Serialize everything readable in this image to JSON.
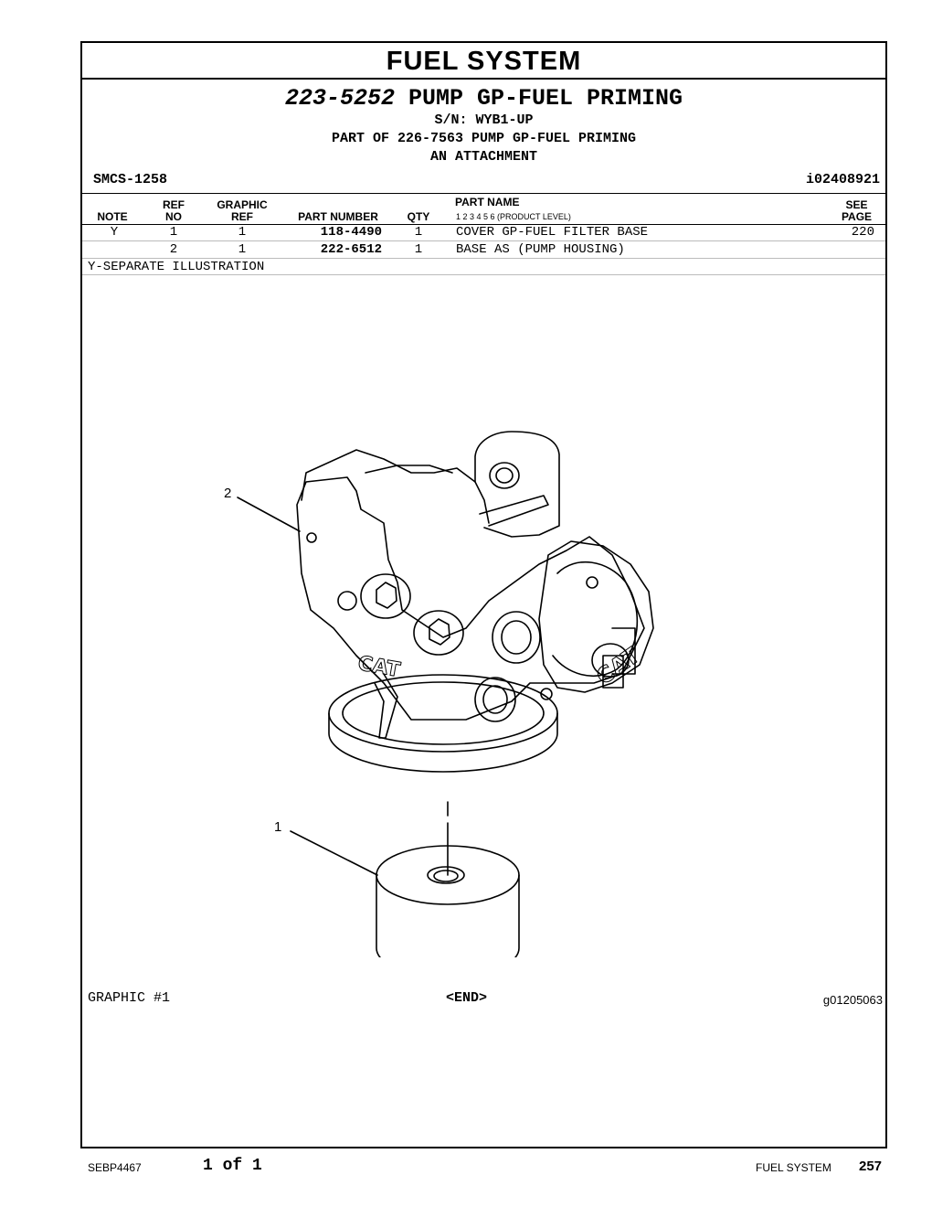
{
  "page": {
    "section_title": "FUEL SYSTEM",
    "group_number": "223-5252",
    "group_name": "PUMP GP-FUEL PRIMING",
    "serial": "S/N: WYB1-UP",
    "part_of": "PART OF 226-7563 PUMP GP-FUEL PRIMING",
    "attachment": "AN ATTACHMENT",
    "smcs": "SMCS-1258",
    "ident": "i02408921"
  },
  "table": {
    "headers": {
      "note": "NOTE",
      "ref_no_1": "REF",
      "ref_no_2": "NO",
      "graphic_ref_1": "GRAPHIC",
      "graphic_ref_2": "REF",
      "part_number": "PART NUMBER",
      "qty": "QTY",
      "part_name": "PART NAME",
      "levels": "1   2   3   4   5   6   (PRODUCT LEVEL)",
      "see_page_1": "SEE",
      "see_page_2": "PAGE"
    },
    "rows": [
      {
        "note": "Y",
        "ref_no": "1",
        "graphic_ref": "1",
        "part_number": "118-4490",
        "qty": "1",
        "part_name": "COVER GP-FUEL FILTER BASE",
        "see_page": "220"
      },
      {
        "note": "",
        "ref_no": "2",
        "graphic_ref": "1",
        "part_number": "222-6512",
        "qty": "1",
        "part_name": "BASE AS (PUMP HOUSING)",
        "see_page": ""
      }
    ],
    "footnote": "Y-SEPARATE ILLUSTRATION"
  },
  "illustration": {
    "callout_1": "1",
    "callout_2": "2",
    "graphic_label": "GRAPHIC #1",
    "end_marker": "<END>",
    "graphic_id": "g01205063",
    "logo_text": "CAT"
  },
  "footer": {
    "doc_number": "SEBP4467",
    "page_of": "1 of 1",
    "section": "FUEL SYSTEM",
    "page_number": "257"
  }
}
